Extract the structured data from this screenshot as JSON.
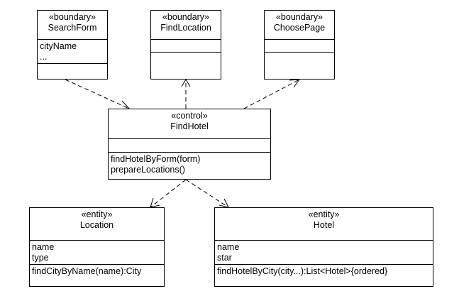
{
  "classes": {
    "search_form": {
      "stereotype": "«boundary»",
      "name": "SearchForm",
      "attributes": [
        "cityName",
        "..."
      ],
      "operations": []
    },
    "find_location": {
      "stereotype": "«boundary»",
      "name": "FindLocation",
      "attributes": [],
      "operations": []
    },
    "choose_page": {
      "stereotype": "«boundary»",
      "name": "ChoosePage",
      "attributes": [],
      "operations": []
    },
    "find_hotel": {
      "stereotype": "«control»",
      "name": "FindHotel",
      "attributes": [],
      "operations": [
        "findHotelByForm(form)",
        "prepareLocations()"
      ]
    },
    "location": {
      "stereotype": "«entity»",
      "name": "Location",
      "attributes": [
        "name",
        "type"
      ],
      "operations": [
        "findCityByName(name):City"
      ]
    },
    "hotel": {
      "stereotype": "«entity»",
      "name": "Hotel",
      "attributes": [
        "name",
        "star"
      ],
      "operations": [
        "findHotelByCity(city...):List<Hotel>{ordered}"
      ]
    }
  },
  "dependencies": [
    {
      "from": "SearchForm",
      "to": "FindHotel"
    },
    {
      "from": "FindHotel",
      "to": "FindLocation"
    },
    {
      "from": "FindHotel",
      "to": "ChoosePage"
    },
    {
      "from": "FindHotel",
      "to": "Location"
    },
    {
      "from": "FindHotel",
      "to": "Hotel"
    }
  ]
}
